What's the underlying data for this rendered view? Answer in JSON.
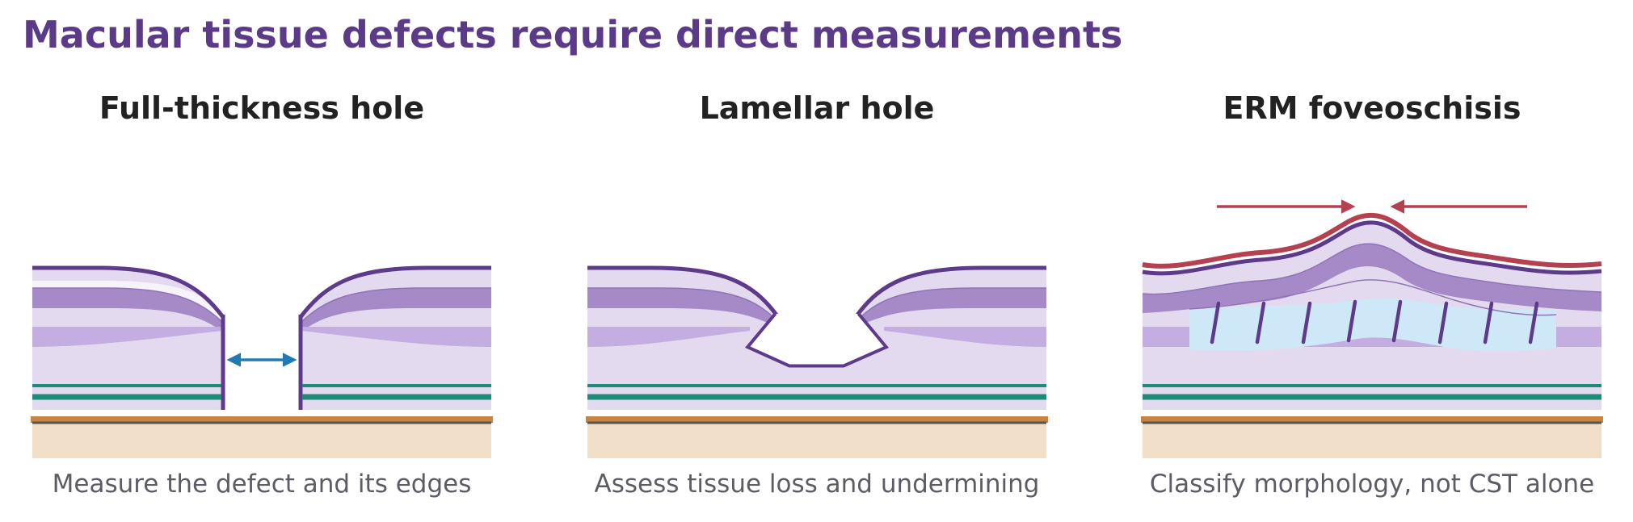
{
  "title": "Macular tissue defects require direct measurements",
  "panels": [
    {
      "title": "Full-thickness hole",
      "caption": "Measure the defect and its edges"
    },
    {
      "title": "Lamellar hole",
      "caption": "Assess tissue loss and undermining"
    },
    {
      "title": "ERM foveoschisis",
      "caption": "Classify morphology, not CST alone"
    }
  ],
  "colors": {
    "title": "#5b3a87",
    "ilm": "#5e3a8a",
    "layer_light": "#e4daef",
    "layer_mid": "#a68ac8",
    "layer_med": "#c4ade0",
    "band_teal": "#1e8a78",
    "rpe": "#c9823f",
    "choroid": "#f2dfc9",
    "measure_arrow": "#1f7bb4",
    "erm": "#b5404f",
    "schisis_fluid": "#cfe8f7"
  }
}
